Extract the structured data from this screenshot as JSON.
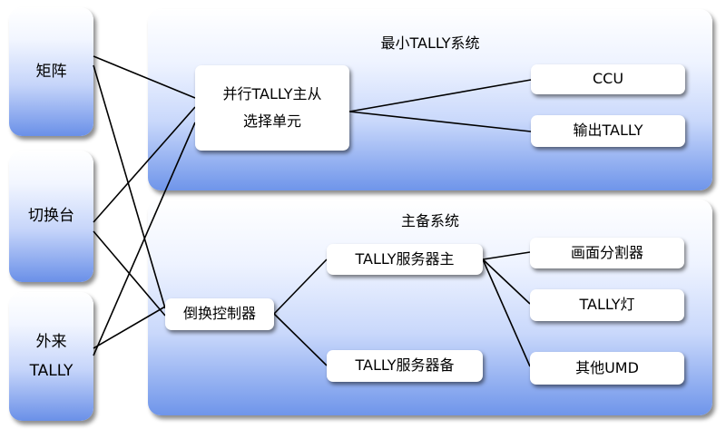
{
  "left_nodes": {
    "matrix": "矩阵",
    "switcher": "切换台",
    "external_line1": "外来",
    "external_line2": "TALLY"
  },
  "panel_min": {
    "title": "最小TALLY系统",
    "parallel_unit_line1": "并行TALLY主从",
    "parallel_unit_line2": "选择单元",
    "ccu": "CCU",
    "output_tally": "输出TALLY"
  },
  "panel_main": {
    "title": "主备系统",
    "server_main": "TALLY服务器主",
    "server_backup": "TALLY服务器备",
    "failover_controller": "倒换控制器",
    "multiviewer": "画面分割器",
    "tally_light": "TALLY灯",
    "other_umd": "其他UMD"
  },
  "colors": {
    "panel_bottom": "#6f95ea",
    "box_fill": "#ffffff",
    "connector": "#000000"
  }
}
